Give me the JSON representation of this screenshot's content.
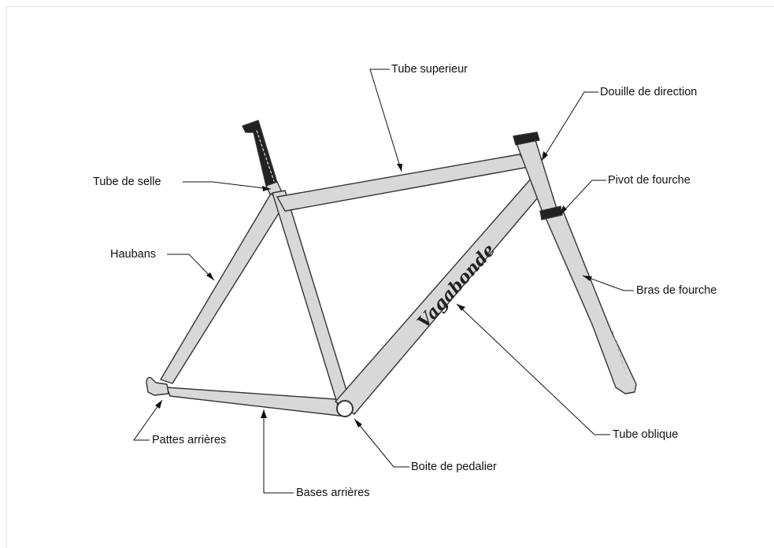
{
  "brand": "Vagabonde",
  "labels": {
    "tube_superieur": "Tube superieur",
    "douille_direction": "Douille de direction",
    "tube_selle": "Tube de selle",
    "pivot_fourche": "Pivot de fourche",
    "haubans": "Haubans",
    "bras_fourche": "Bras de fourche",
    "tube_oblique": "Tube oblique",
    "pattes_arrieres": "Pattes arrières",
    "boite_pedalier": "Boite de pedalier",
    "bases_arrieres": "Bases arrières"
  },
  "colors": {
    "tube_fill": "#d8d8d8",
    "outline": "#333333",
    "seatpost": "#222222"
  }
}
